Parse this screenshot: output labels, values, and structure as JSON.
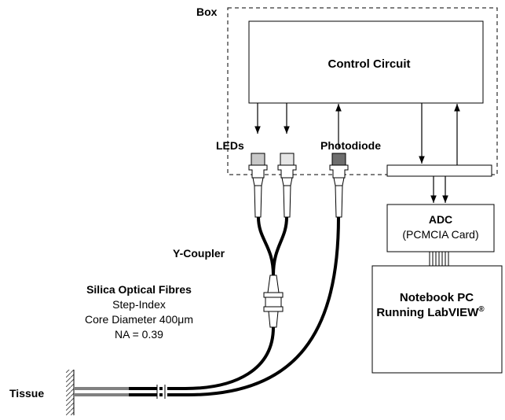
{
  "box_label": "Box",
  "control_circuit": "Control Circuit",
  "leds_label": "LEDs",
  "photodiode_label": "Photodiode",
  "adc": {
    "title": "ADC",
    "subtitle": "(PCMCIA Card)"
  },
  "pc": {
    "line1": "Notebook PC",
    "line2": "Running LabVIEW",
    "reg": "®"
  },
  "y_coupler_label": "Y-Coupler",
  "fibres": {
    "title": "Silica Optical Fibres",
    "line1": "Step-Index",
    "line2_prefix": "Core Diameter 400",
    "line2_unit": "μm",
    "line3": "NA = 0.39"
  },
  "tissue_label": "Tissue",
  "colors": {
    "led1": "#c8c8c8",
    "led2": "#e6e6e6",
    "photodiode": "#6e6e6e"
  }
}
